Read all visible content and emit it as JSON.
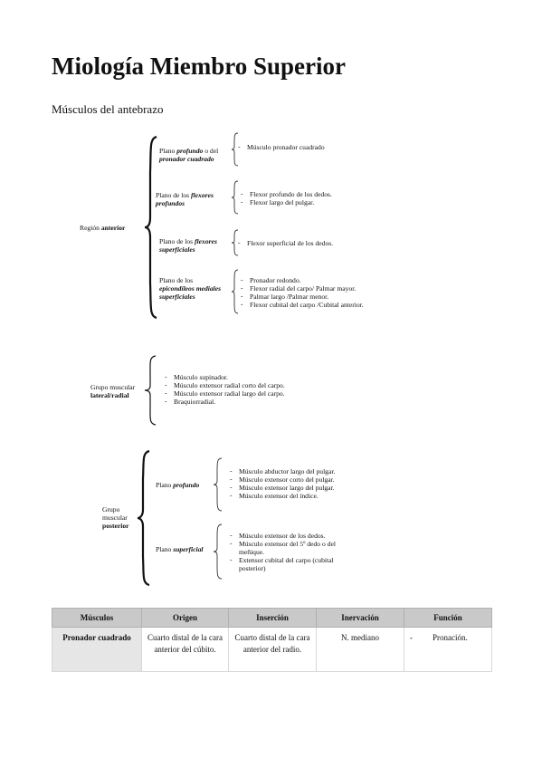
{
  "title": "Miología Miembro Superior",
  "subtitle": "Músculos del antebrazo",
  "anterior": {
    "region_pre": "Región ",
    "region_bold": "anterior",
    "groups": [
      {
        "l1_pre": "Plano ",
        "l1_bi": "profundo",
        "l1_post": " o del",
        "l2_bi": "pronador cuadrado",
        "items": [
          "Músculo pronador cuadrado"
        ]
      },
      {
        "l1_pre": "Plano de los ",
        "l1_bi": "flexores",
        "l1_post": "",
        "l2_bi": "profundos",
        "items": [
          "Flexor profundo de los dedos.",
          "Flexor largo del pulgar."
        ]
      },
      {
        "l1_pre": "Plano de los ",
        "l1_bi": "flexores",
        "l1_post": "",
        "l2_bi": "superficiales",
        "items": [
          "Flexor superficial de los dedos."
        ]
      },
      {
        "l1_pre": "Plano de los",
        "l1_bi": "",
        "l1_post": "",
        "l2_bi": "epicondíleos mediales",
        "l3_bi": "superficiales",
        "items": [
          "Pronador redondo.",
          "Flexor radial del carpo/ Palmar mayor.",
          "Palmar largo /Palmar menor.",
          "Flexor cubital del carpo /Cubital anterior."
        ]
      }
    ]
  },
  "lateral": {
    "label_l1": "Grupo  muscular",
    "label_l2": "lateral/radial",
    "items": [
      "Músculo supinador.",
      "Músculo extensor radial corto del carpo.",
      "Músculo extensor radial largo del carpo.",
      "Braquiorradial."
    ]
  },
  "posterior": {
    "label_l1": "Grupo",
    "label_l2": "muscular",
    "label_l3": "posterior",
    "groups": [
      {
        "pre": "Plano ",
        "bi": "profundo",
        "items": [
          "Músculo abductor largo del pulgar.",
          "Músculo extensor corto del pulgar.",
          "Músculo extensor largo del pulgar.",
          "Músculo extensor del índice."
        ]
      },
      {
        "pre": "Plano ",
        "bi": "superficial",
        "items": [
          "Músculo extensor de los dedos.",
          "Músculo extensor del 5º dedo o del meñique.",
          "Extensor cubital del carpo (cubital posterior)"
        ]
      }
    ]
  },
  "table": {
    "headers": [
      "Músculos",
      "Origen",
      "Inserción",
      "Inervación",
      "Función"
    ],
    "rows": [
      {
        "musculo": "Pronador cuadrado",
        "origen": "Cuarto distal de la cara anterior del cúbito.",
        "insercion": "Cuarto distal de la cara anterior del radio.",
        "inervacion": "N. mediano",
        "funcion_bullet": "-",
        "funcion": "Pronación."
      }
    ]
  }
}
